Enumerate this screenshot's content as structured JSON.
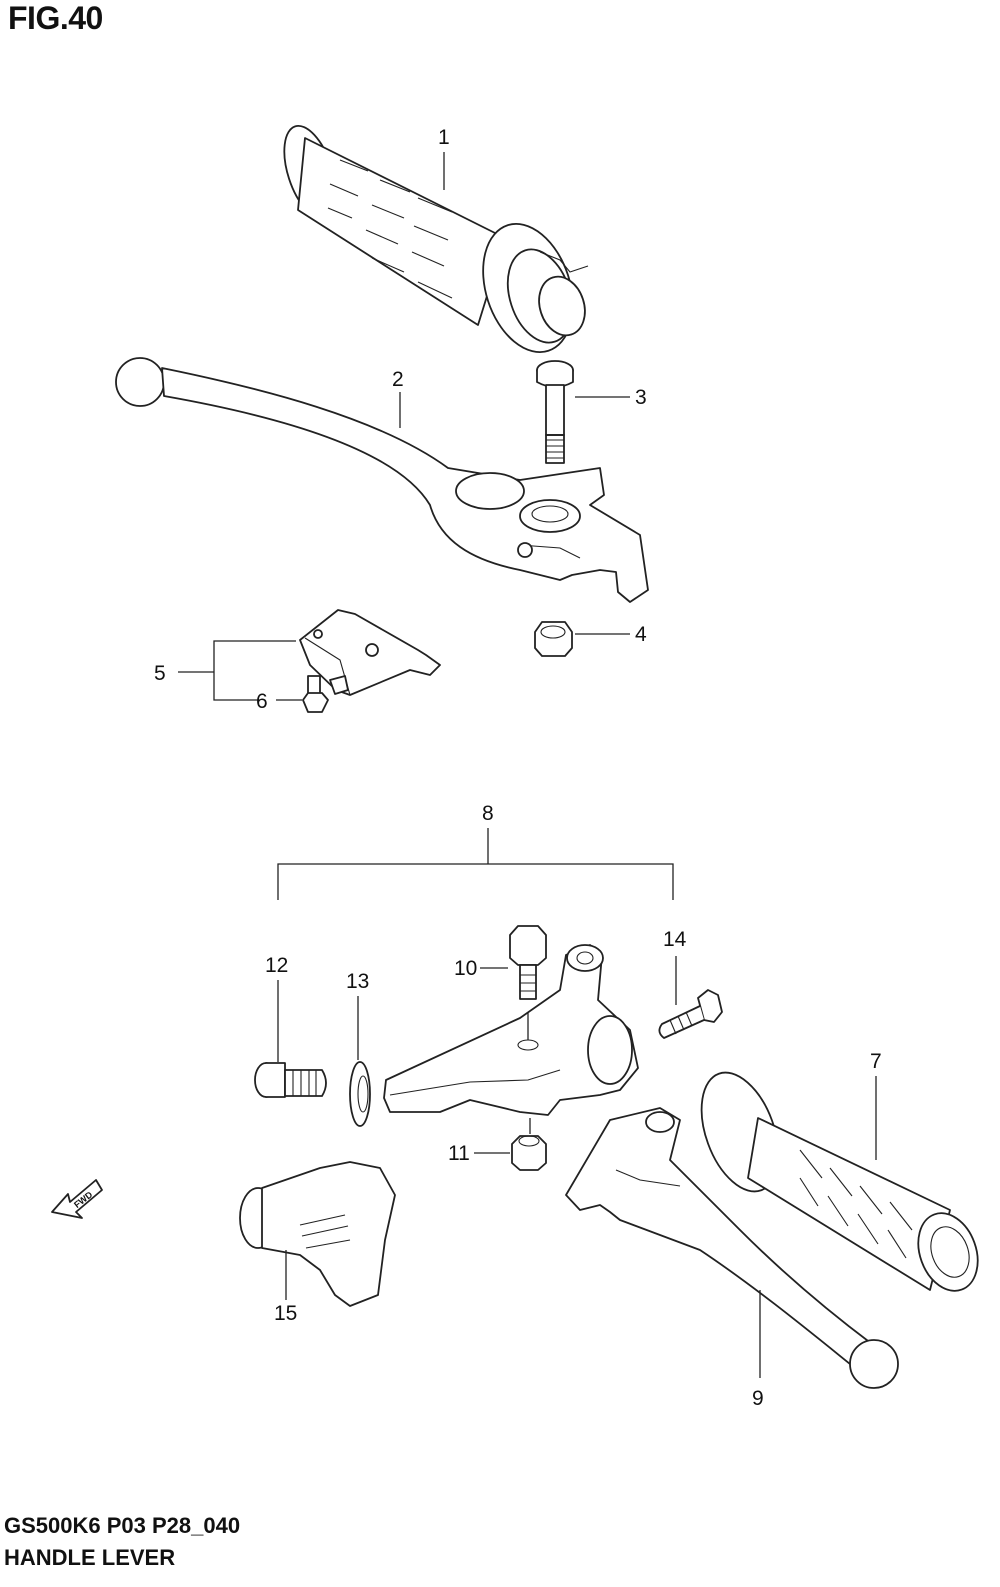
{
  "figure": {
    "title": "FIG.40",
    "footer_code": "GS500K6 P03 P28_040",
    "footer_name": "HANDLE LEVER"
  },
  "callouts": [
    "1",
    "2",
    "3",
    "4",
    "5",
    "6",
    "7",
    "8",
    "9",
    "10",
    "11",
    "12",
    "13",
    "14",
    "15"
  ],
  "fwd_label": "FWD",
  "icons": {
    "part-1": "throttle-grip-icon",
    "part-2": "brake-lever-icon",
    "part-3": "pivot-bolt-icon",
    "part-4": "nut-icon",
    "part-5": "brake-switch-icon",
    "part-6": "screw-icon",
    "part-7": "left-grip-icon",
    "part-9": "clutch-lever-icon",
    "part-10": "bolt-icon",
    "part-11": "nut-icon",
    "part-12": "adjuster-bolt-icon",
    "part-13": "lock-ring-icon",
    "part-14": "bolt-icon",
    "part-15": "boot-cover-icon",
    "bracket": "lever-bracket-icon",
    "fwd": "forward-arrow-icon"
  }
}
